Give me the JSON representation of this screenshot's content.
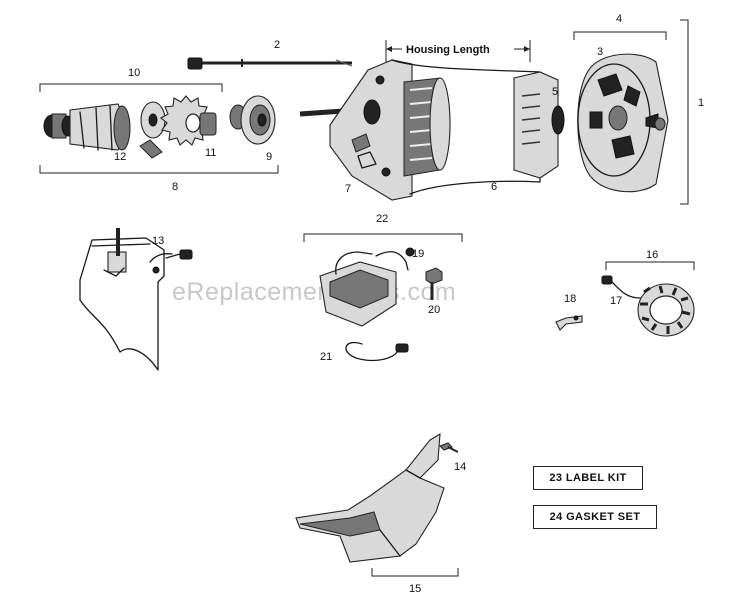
{
  "watermark": "eReplacementParts.com",
  "housing_length_label": "Housing Length",
  "callouts": {
    "n1": "1",
    "n2": "2",
    "n3": "3",
    "n4": "4",
    "n5": "5",
    "n6": "6",
    "n7": "7",
    "n8": "8",
    "n9": "9",
    "n10": "10",
    "n11": "11",
    "n12": "12",
    "n13": "13",
    "n14": "14",
    "n15": "15",
    "n16": "16",
    "n17": "17",
    "n18": "18",
    "n19": "19",
    "n20": "20",
    "n21": "21",
    "n22": "22"
  },
  "kits": {
    "label_kit": "23  LABEL KIT",
    "gasket_set": "24  GASKET SET"
  }
}
